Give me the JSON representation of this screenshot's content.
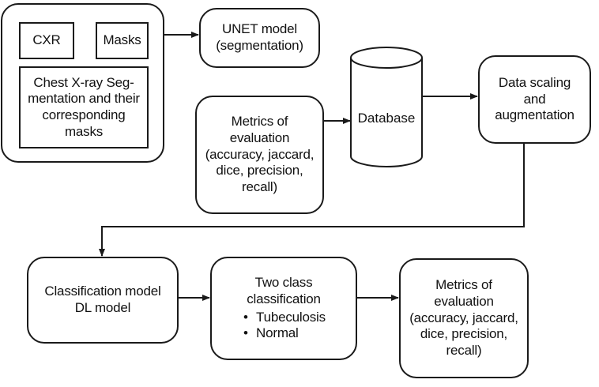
{
  "input_group": {
    "cxr_label": "CXR",
    "masks_label": "Masks",
    "description": "Chest X-ray Seg-mentation and their corresponding masks"
  },
  "unet": {
    "label": "UNET model (segmentation)"
  },
  "metrics_top": {
    "label": "Metrics of evaluation (accuracy, jaccard, dice, precision, recall)"
  },
  "database": {
    "label": "Database"
  },
  "scaling": {
    "label": "Data scaling and augmentation"
  },
  "classification_model": {
    "label": "Classification model DL model"
  },
  "two_class": {
    "title": "Two class classification",
    "items": [
      "Tubeculosis",
      "Normal"
    ]
  },
  "metrics_bottom": {
    "label": "Metrics of evaluation (accuracy, jaccard, dice, precision, recall)"
  },
  "colors": {
    "stroke": "#1a1a1a",
    "fill": "#ffffff"
  }
}
